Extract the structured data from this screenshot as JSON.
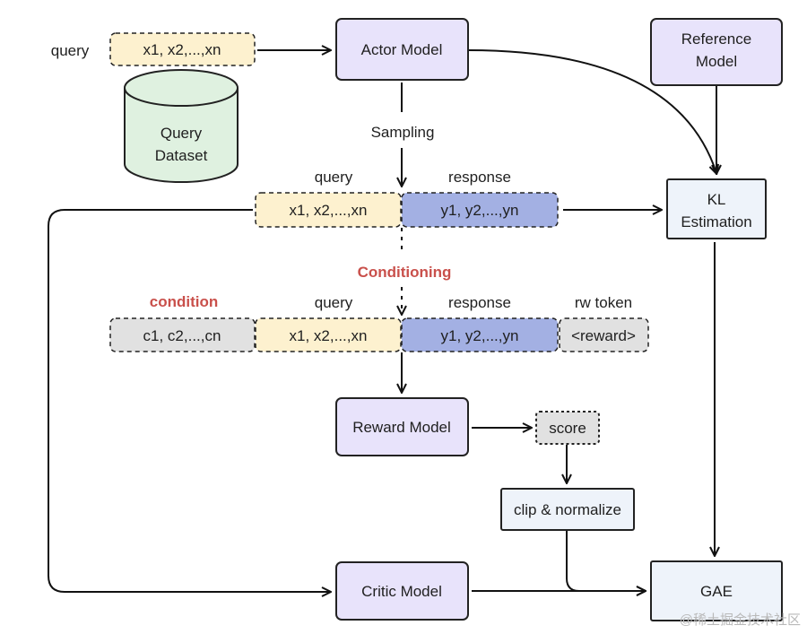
{
  "nodes": {
    "actor_model": "Actor Model",
    "reference_model_line1": "Reference",
    "reference_model_line2": "Model",
    "query_dataset_line1": "Query",
    "query_dataset_line2": "Dataset",
    "kl_line1": "KL",
    "kl_line2": "Estimation",
    "reward_model": "Reward Model",
    "score": "score",
    "clip_normalize": "clip & normalize",
    "critic_model": "Critic Model",
    "gae": "GAE"
  },
  "tokens": {
    "query_input": "x1, x2,...,xn",
    "query_seq": "x1, x2,...,xn",
    "response_seq": "y1, y2,...,yn",
    "condition_seq": "c1, c2,...,cn",
    "query_seq2": "x1, x2,...,xn",
    "response_seq2": "y1, y2,...,yn",
    "reward_token": "<reward>"
  },
  "labels": {
    "query_left": "query",
    "sampling": "Sampling",
    "query_top": "query",
    "response_top": "response",
    "conditioning": "Conditioning",
    "condition": "condition",
    "query_mid": "query",
    "response_mid": "response",
    "rw_token": "rw token"
  },
  "watermark": "@稀土掘金技术社区",
  "colors": {
    "model_fill": "#e8e3fb",
    "query_fill": "#fdf1cf",
    "response_fill": "#a3b0e3",
    "condition_fill": "#e1e1e1",
    "dataset_fill": "#dff1e0",
    "light_box_fill": "#eef3fa",
    "accent_red": "#c9504b"
  }
}
